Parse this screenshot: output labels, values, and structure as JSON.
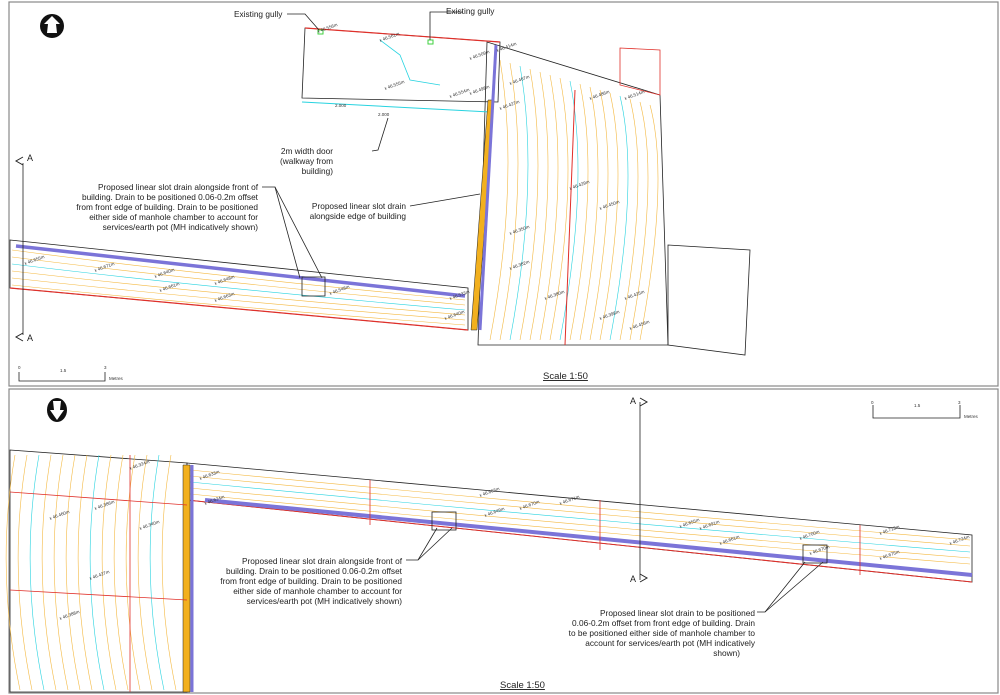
{
  "top_panel": {
    "labels": {
      "gully_1": "Existing gully",
      "gully_2": "Existing gully",
      "door": [
        "2m width door",
        "(walkway from",
        "building)"
      ],
      "drain_front": [
        "Proposed linear slot drain alongside front of",
        "building. Drain to be positioned 0.06-0.2m offset",
        "from front edge of building. Drain to be positioned",
        "either side of manhole chamber to account for",
        "services/earth pot (MH indicatively shown)"
      ],
      "drain_edge": [
        "Proposed linear slot drain",
        "alongside edge of building"
      ],
      "dim_1": "2.000",
      "dim_2": "2.000"
    },
    "section_marker": "A",
    "scale_label": "Scale 1:50",
    "scale_bar": {
      "ticks": [
        "0",
        "1.5",
        "3"
      ],
      "unit": "Metres"
    },
    "levels": [
      "46.556m",
      "46.561m",
      "46.414m",
      "46.509m",
      "46.555m",
      "46.554m",
      "46.498m",
      "46.467m",
      "46.427m",
      "46.486m",
      "46.514m",
      "46.655m",
      "46.671m",
      "46.640m",
      "46.648m",
      "46.661m",
      "46.663m",
      "46.548m",
      "46.533m",
      "46.640m",
      "46.350m",
      "46.382m",
      "46.429m",
      "46.450m",
      "46.380m",
      "46.398m",
      "46.425m",
      "46.456m"
    ]
  },
  "bottom_panel": {
    "labels": {
      "drain_front": [
        "Proposed linear slot drain alongside front of",
        "building. Drain to be positioned 0.06-0.2m offset",
        "from front edge of building. Drain to be positioned",
        "either side of manhole chamber to account for",
        "services/earth pot (MH indicatively shown)"
      ],
      "drain_right": [
        "Proposed linear slot drain to be positioned",
        "0.06-0.2m offset from front edge of building. Drain",
        "to be positioned either side of manhole chamber to",
        "account for services/earth pot (MH indicatively",
        "shown)"
      ]
    },
    "section_marker": "A",
    "scale_label": "Scale 1:50",
    "scale_bar": {
      "ticks": [
        "0",
        "1.5",
        "3"
      ],
      "unit": "Metres"
    },
    "levels": [
      "46.324m",
      "46.386m",
      "46.340m",
      "46.460m",
      "46.427m",
      "46.388m",
      "46.633m",
      "46.624m",
      "46.663m",
      "46.649m",
      "46.670m",
      "46.671m",
      "46.655m",
      "46.691m",
      "46.661m",
      "46.700m",
      "46.670m",
      "46.713m",
      "46.675m",
      "46.724m"
    ]
  },
  "colors": {
    "contour": "#f4b942",
    "water_contour": "#27d3e0",
    "boundary": "#e0302a",
    "drain": "#7b74d8",
    "building_edge": "#f2b01e",
    "gully": "#3fd23f"
  }
}
